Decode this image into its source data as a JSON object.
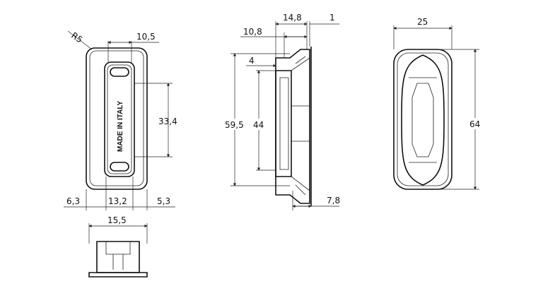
{
  "title": "Technical drawing of a recessed flush pull with dimensions",
  "front_view": {
    "radius": "R5",
    "slot_width": "10,5",
    "slot_height": "33,4",
    "left_margin": "6,3",
    "inner_width": "13,2",
    "right_margin": "5,3",
    "marking": "MADE IN ITALY"
  },
  "bottom_view": {
    "width": "15,5"
  },
  "side_view": {
    "depth": "14,8",
    "flange": "1",
    "inner_depth": "10,8",
    "step": "4",
    "height": "59,5",
    "inner_height": "44",
    "bottom_depth": "7,8"
  },
  "back_view": {
    "width": "25",
    "height": "64"
  }
}
